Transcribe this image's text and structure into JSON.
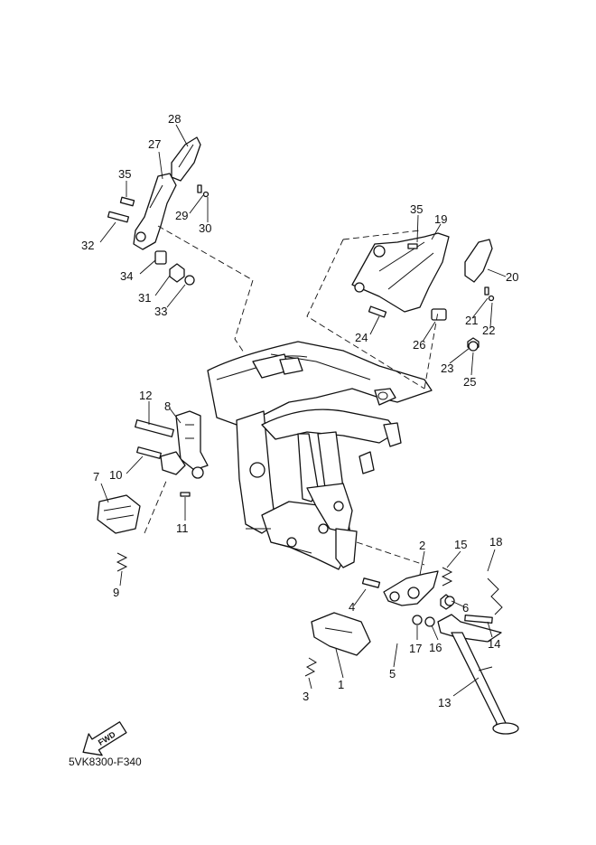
{
  "diagram": {
    "drawing_code": "5VK8300-F340",
    "direction_label": "FWD",
    "callouts": [
      {
        "id": "c1",
        "label": "1"
      },
      {
        "id": "c2",
        "label": "2"
      },
      {
        "id": "c3",
        "label": "3"
      },
      {
        "id": "c4",
        "label": "4"
      },
      {
        "id": "c5",
        "label": "5"
      },
      {
        "id": "c6",
        "label": "6"
      },
      {
        "id": "c7",
        "label": "7"
      },
      {
        "id": "c8",
        "label": "8"
      },
      {
        "id": "c9",
        "label": "9"
      },
      {
        "id": "c10",
        "label": "10"
      },
      {
        "id": "c11",
        "label": "11"
      },
      {
        "id": "c12",
        "label": "12"
      },
      {
        "id": "c13",
        "label": "13"
      },
      {
        "id": "c14",
        "label": "14"
      },
      {
        "id": "c15",
        "label": "15"
      },
      {
        "id": "c16",
        "label": "16"
      },
      {
        "id": "c17",
        "label": "17"
      },
      {
        "id": "c18",
        "label": "18"
      },
      {
        "id": "c19",
        "label": "19"
      },
      {
        "id": "c20",
        "label": "20"
      },
      {
        "id": "c21",
        "label": "21"
      },
      {
        "id": "c22",
        "label": "22"
      },
      {
        "id": "c23",
        "label": "23"
      },
      {
        "id": "c24",
        "label": "24"
      },
      {
        "id": "c25",
        "label": "25"
      },
      {
        "id": "c26",
        "label": "26"
      },
      {
        "id": "c27",
        "label": "27"
      },
      {
        "id": "c28",
        "label": "28"
      },
      {
        "id": "c29",
        "label": "29"
      },
      {
        "id": "c30",
        "label": "30"
      },
      {
        "id": "c31",
        "label": "31"
      },
      {
        "id": "c32",
        "label": "32"
      },
      {
        "id": "c33",
        "label": "33"
      },
      {
        "id": "c34",
        "label": "34"
      },
      {
        "id": "c35a",
        "label": "35"
      },
      {
        "id": "c35b",
        "label": "35"
      }
    ]
  }
}
